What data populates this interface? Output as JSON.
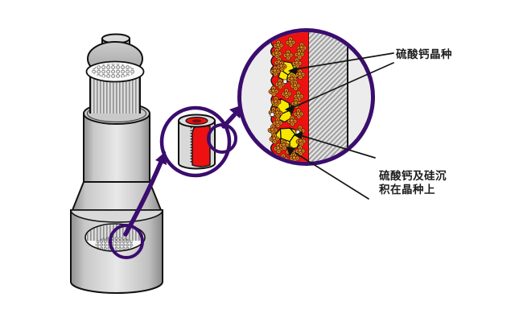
{
  "scene": {
    "labels": {
      "seed": "硫酸钙晶种",
      "deposit_line1": "硫酸钙及硅沉",
      "deposit_line2": "积在晶种上"
    },
    "colors": {
      "purple": "#3a0d6e",
      "red": "#ee1111",
      "yellow": "#f8e700",
      "orange": "#d8912f",
      "orange-dark": "#6b2a00",
      "ink": "#111111",
      "hatch": "#9a9a9a",
      "hatch-bg": "#e2e2e2",
      "circle-bg": "#ececec"
    }
  }
}
